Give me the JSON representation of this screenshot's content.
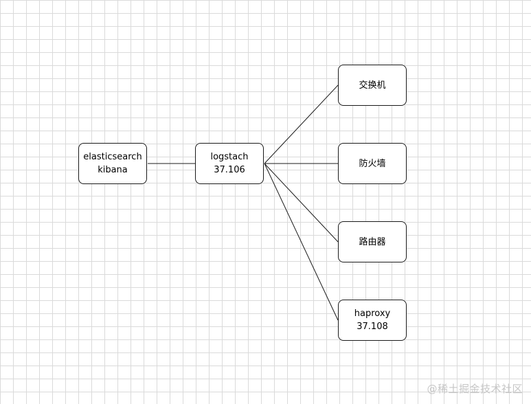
{
  "diagram": {
    "nodes": {
      "elasticsearch": {
        "line1": "elasticsearch",
        "line2": "kibana"
      },
      "logstach": {
        "line1": "logstach",
        "line2": "37.106"
      },
      "switch": {
        "line1": "交换机"
      },
      "firewall": {
        "line1": "防火墙"
      },
      "router": {
        "line1": "路由器"
      },
      "haproxy": {
        "line1": "haproxy",
        "line2": "37.108"
      }
    },
    "edges": [
      {
        "from": "elasticsearch",
        "to": "logstach"
      },
      {
        "from": "logstach",
        "to": "switch"
      },
      {
        "from": "logstach",
        "to": "firewall"
      },
      {
        "from": "logstach",
        "to": "router"
      },
      {
        "from": "logstach",
        "to": "haproxy"
      }
    ]
  },
  "watermark": "@稀土掘金技术社区",
  "colors": {
    "grid_line": "#dadada",
    "node_border": "#1a1a1a",
    "edge": "#1a1a1a",
    "watermark": "#c6c6c6"
  }
}
